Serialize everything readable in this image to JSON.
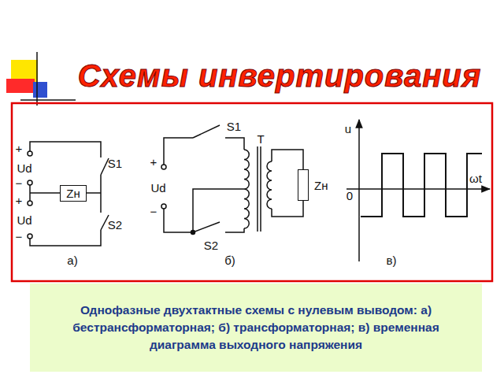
{
  "diagram": {
    "title": "Схемы инвертирования",
    "nodes": [
      {
        "text": [
          "Zн"
        ]
      },
      {
        "text": [
          "Zн"
        ]
      },
      {
        "text": [
          "Однофазные двухтактные схемы с нулевым выводом: а) бестрансформаторная; б) трансформаторная; в) временная диаграмма выходного напряжения"
        ]
      }
    ],
    "labels": [
      "+",
      "Ud",
      "−",
      "+",
      "Ud",
      "−",
      "S1",
      "S2",
      "а)",
      "+",
      "Ud",
      "−",
      "S1",
      "T",
      "S2",
      "б)",
      "u",
      "0",
      "ωt",
      "в)"
    ]
  }
}
